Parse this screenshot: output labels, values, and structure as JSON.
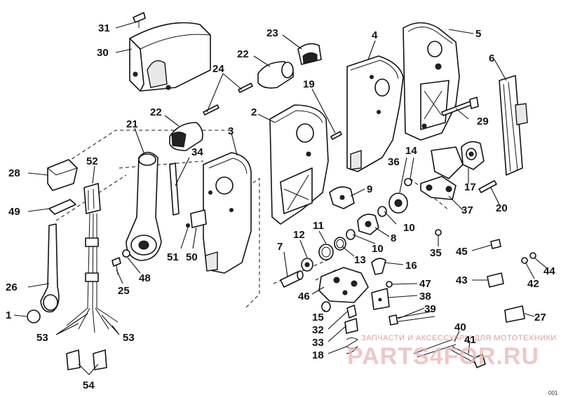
{
  "diagram": {
    "part_numbers": [
      "1",
      "2",
      "3",
      "4",
      "5",
      "6",
      "7",
      "8",
      "9",
      "10",
      "11",
      "12",
      "13",
      "14",
      "15",
      "16",
      "17",
      "18",
      "19",
      "20",
      "21",
      "22",
      "23",
      "24",
      "25",
      "26",
      "27",
      "28",
      "29",
      "30",
      "31",
      "32",
      "33",
      "34",
      "35",
      "36",
      "37",
      "38",
      "39",
      "40",
      "41",
      "42",
      "43",
      "44",
      "45",
      "46",
      "47",
      "48",
      "49",
      "50",
      "51",
      "52",
      "53",
      "54"
    ],
    "repeated_labels": {
      "p10b": "10",
      "p22b": "22",
      "p53b": "53"
    },
    "watermark": {
      "caption": "ЗАПЧАСТИ И АКСЕССУАРЫ ДЛЯ МОТОТЕХНИКИ",
      "logo": "PARTS4FOR.RU"
    },
    "corner_code": "001"
  }
}
